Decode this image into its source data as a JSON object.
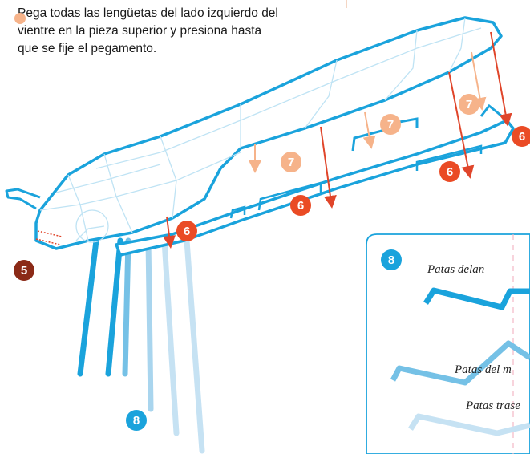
{
  "instruction": {
    "line1": "Pega todas las lengüetas del lado izquierdo del",
    "line2": "vientre en la pieza superior y presiona hasta",
    "line3": "que se fije el pegamento."
  },
  "badges": {
    "step5": "5",
    "step6": "6",
    "step7": "7",
    "step8": "8"
  },
  "legs_panel": {
    "badge": "8",
    "front_label": "Patas delan",
    "middle_label": "Patas del m",
    "rear_label": "Patas trase"
  },
  "colors": {
    "body_outline": "#1aa3dc",
    "fold_lines": "#bfe3f4",
    "step5_badge": "#8b2a17",
    "step6_badge": "#ea4b25",
    "step7_badge": "#f6b38a",
    "step8_badge": "#1aa3dc",
    "arrow_red": "#e0452a",
    "arrow_peach": "#f6b38a"
  }
}
